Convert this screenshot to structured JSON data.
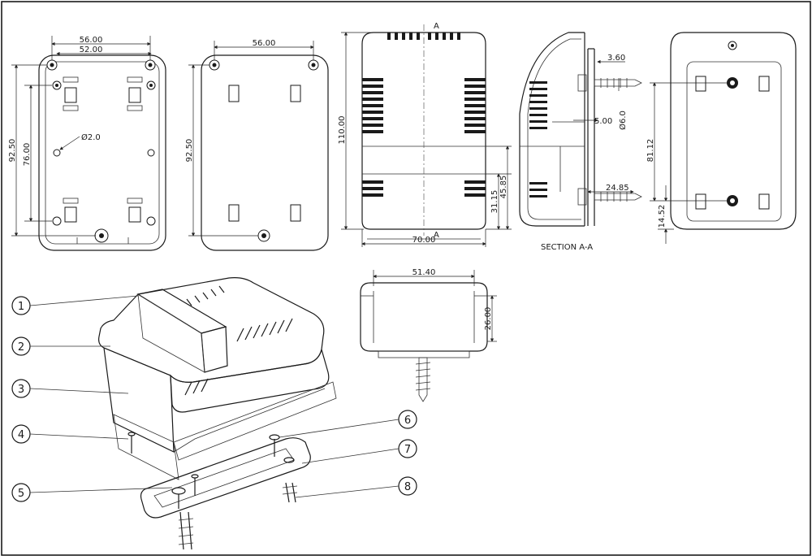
{
  "views": {
    "bottom_base": {
      "dims": [
        "56.00",
        "52.00",
        "92.50",
        "76.00",
        "Ø2.0"
      ]
    },
    "top_lid": {
      "dims": [
        "56.00",
        "92.50"
      ]
    },
    "front": {
      "dims": [
        "110.00",
        "31.15",
        "45.85",
        "70.00"
      ],
      "section_marks": [
        "A",
        "A"
      ]
    },
    "section": {
      "dims": [
        "3.60",
        "Ø6.0",
        "5.00",
        "24.85"
      ],
      "label": "SECTION A-A"
    },
    "rear": {
      "dims": [
        "81.12",
        "14.52"
      ]
    },
    "side": {
      "dims": [
        "51.40",
        "26.00"
      ]
    }
  },
  "callouts": [
    "1",
    "2",
    "3",
    "4",
    "5",
    "6",
    "7",
    "8"
  ]
}
